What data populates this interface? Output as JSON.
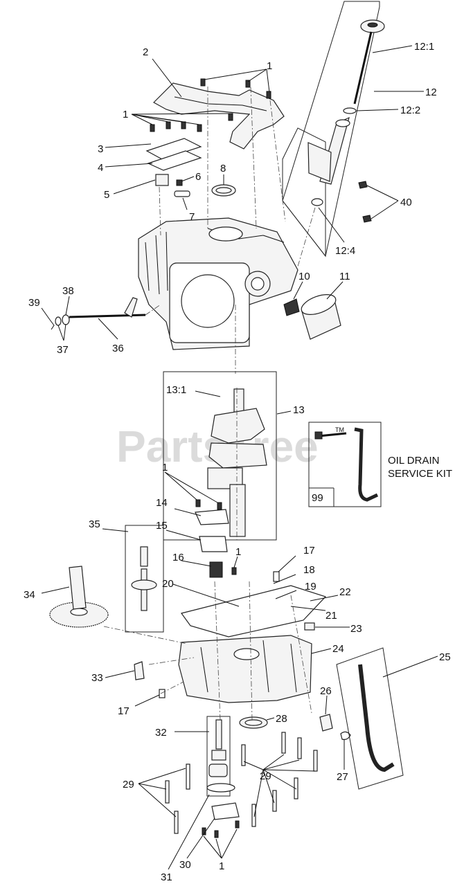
{
  "watermark": "PartsTree",
  "watermark_tm": "TM",
  "kit_title_line1": "OIL DRAIN",
  "kit_title_line2": "SERVICE KIT",
  "labels": {
    "l2": "2",
    "l1a": "1",
    "l1b": "1",
    "l12_1": "12:1",
    "l12": "12",
    "l12_2": "12:2",
    "l3": "3",
    "l4": "4",
    "l5": "5",
    "l6": "6",
    "l7": "7",
    "l8": "8",
    "l40": "40",
    "l12_4": "12:4",
    "l10": "10",
    "l11": "11",
    "l39": "39",
    "l38": "38",
    "l37": "37",
    "l36": "36",
    "l13_1": "13:1",
    "l13": "13",
    "l99": "99",
    "l1c": "1",
    "l14": "14",
    "l15": "15",
    "l35": "35",
    "l16": "16",
    "l1d": "1",
    "l17a": "17",
    "l18": "18",
    "l20": "20",
    "l19": "19",
    "l22": "22",
    "l21": "21",
    "l34": "34",
    "l23": "23",
    "l24": "24",
    "l25": "25",
    "l33": "33",
    "l17b": "17",
    "l26": "26",
    "l28": "28",
    "l32": "32",
    "l27": "27",
    "l29a": "29",
    "l29b": "29",
    "l31": "31",
    "l30": "30",
    "l1e": "1"
  }
}
